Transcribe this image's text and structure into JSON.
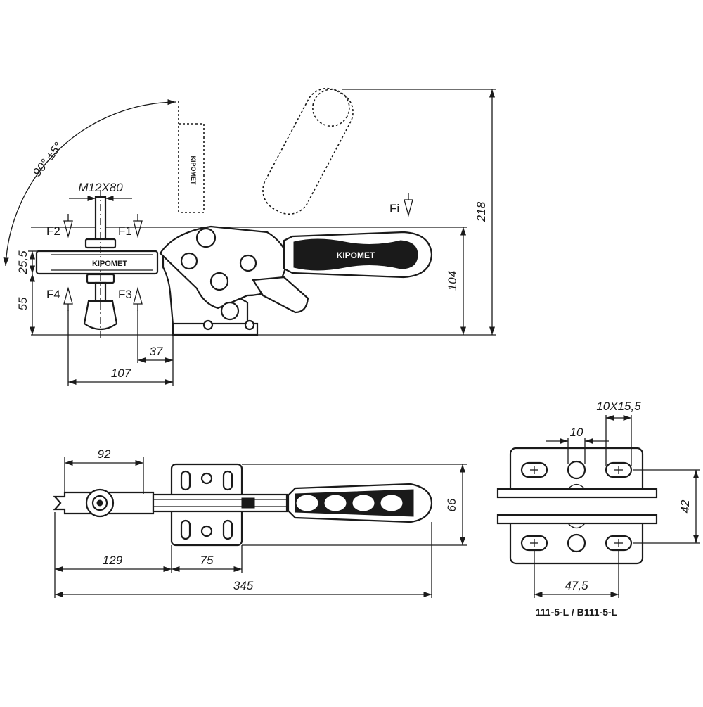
{
  "drawing": {
    "angle_label": "90° ±5°",
    "thread_label": "M12X80",
    "brand_mark": "KIPOMET",
    "handle_mark": "KIPOMET",
    "forces": {
      "f1": "F1",
      "f2": "F2",
      "f3": "F3",
      "f4": "F4",
      "fi": "Fi"
    },
    "side_view_dims": {
      "d218": "218",
      "d104": "104",
      "d55": "55",
      "d25_5": "25,5",
      "d37": "37",
      "d107": "107"
    },
    "top_view_dims": {
      "d92": "92",
      "d66": "66",
      "d129": "129",
      "d75": "75",
      "d345": "345"
    },
    "base_view_dims": {
      "d10x15_5": "10X15,5",
      "d10": "10",
      "d42": "42",
      "d47_5": "47,5"
    },
    "model_caption": "111-5-L / B111-5-L"
  }
}
